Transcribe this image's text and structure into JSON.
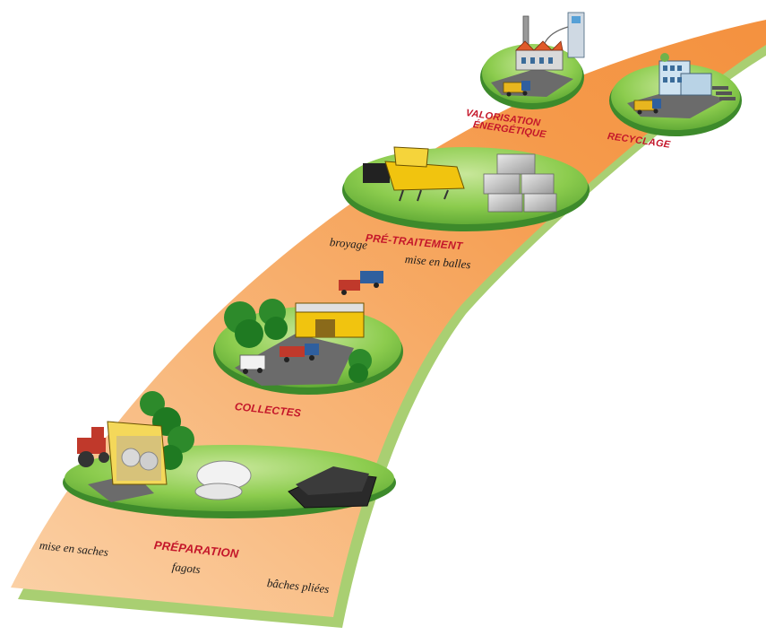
{
  "stages": {
    "preparation": {
      "title": "PRÉPARATION",
      "items": [
        "mise en saches",
        "fagots",
        "bâches pliées"
      ]
    },
    "collectes": {
      "title": "COLLECTES"
    },
    "pretraitement": {
      "title": "PRÉ-TRAITEMENT",
      "items": [
        "broyage",
        "mise en balles"
      ]
    },
    "valorisation": {
      "title_line1": "VALORISATION",
      "title_line2": "ÉNERGÉTIQUE"
    },
    "recyclage": {
      "title": "RECYCLAGE"
    }
  },
  "colors": {
    "road_orange": "#f7a860",
    "road_orange_light": "#fcd7ae",
    "road_green": "#a9cf72",
    "platform_green": "#7cc242",
    "platform_rim": "#3d8a2b",
    "label_red": "#c4162a",
    "asphalt": "#6b6b6b"
  }
}
